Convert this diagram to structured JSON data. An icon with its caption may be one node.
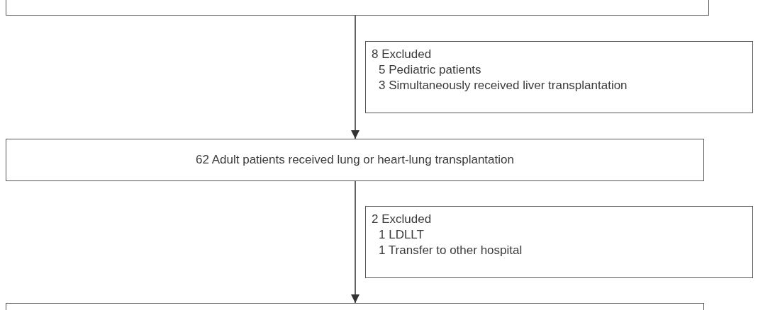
{
  "diagram": {
    "nodes": [
      {
        "text": [],
        "shape": "box"
      },
      {
        "text": [
          "8 Excluded",
          "5 Pediatric patients",
          "3 Simultaneously received liver transplantation"
        ]
      },
      {
        "text": [
          "62 Adult patients received lung or heart-lung transplantation"
        ]
      },
      {
        "text": [
          "2 Excluded",
          "1 LDLLT",
          "1 Transfer to other hospital"
        ]
      },
      {
        "text": [],
        "shape": "box"
      }
    ],
    "edges": [
      {
        "from": 0,
        "to": 2,
        "arrow": "to"
      },
      {
        "from": 2,
        "to": 4,
        "arrow": "to"
      }
    ]
  }
}
